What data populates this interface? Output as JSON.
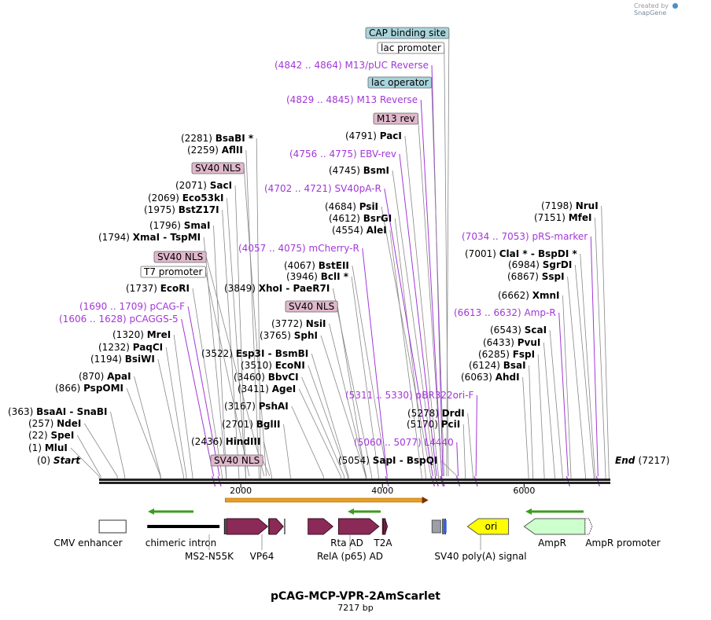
{
  "credit": {
    "prefix": "Created by",
    "brand": "SnapGene"
  },
  "plasmid": {
    "name": "pCAG-MCP-VPR-2AmScarlet",
    "length_text": "7217 bp",
    "length": 7217
  },
  "colors": {
    "primer": "#a238d6",
    "feature_maroon": "#8b2a57",
    "ori_yellow": "#ffff00",
    "ampr_green": "#ccffcc",
    "orf_orange": "#e6a020",
    "cap_box": "#a8d4dc",
    "nls_box": "#e0b8cc"
  },
  "scale": {
    "ticks": [
      {
        "bp": 2000,
        "label": "2000"
      },
      {
        "bp": 4000,
        "label": "4000"
      },
      {
        "bp": 6000,
        "label": "6000"
      }
    ]
  },
  "end_labels": {
    "start": {
      "pos": "(0)",
      "name": "Start"
    },
    "end": {
      "pos": "(7217)",
      "name": "End"
    }
  },
  "sites": [
    {
      "pos": "(1)",
      "name": "MluI",
      "bp": 1
    },
    {
      "pos": "(22)",
      "name": "SpeI",
      "bp": 22
    },
    {
      "pos": "(257)",
      "name": "NdeI",
      "bp": 257
    },
    {
      "pos": "(363)",
      "name": "BsaAI  -  SnaBI",
      "bp": 363
    },
    {
      "pos": "(866)",
      "name": "PspOMI",
      "bp": 866
    },
    {
      "pos": "(870)",
      "name": "ApaI",
      "bp": 870
    },
    {
      "pos": "(1194)",
      "name": "BsiWI",
      "bp": 1194
    },
    {
      "pos": "(1232)",
      "name": "PaqCI",
      "bp": 1232
    },
    {
      "pos": "(1320)",
      "name": "MreI",
      "bp": 1320
    },
    {
      "pos": "(1737)",
      "name": "EcoRI",
      "bp": 1737
    },
    {
      "pos": "(1794)",
      "name": "XmaI  -  TspMI",
      "bp": 1794
    },
    {
      "pos": "(1796)",
      "name": "SmaI",
      "bp": 1796
    },
    {
      "pos": "(1975)",
      "name": "BstZ17I",
      "bp": 1975
    },
    {
      "pos": "(2069)",
      "name": "Eco53kI",
      "bp": 2069
    },
    {
      "pos": "(2071)",
      "name": "SacI",
      "bp": 2071
    },
    {
      "pos": "(2259)",
      "name": "AflII",
      "bp": 2259
    },
    {
      "pos": "(2281)",
      "name": "BsaBI *",
      "bp": 2281
    },
    {
      "pos": "(2436)",
      "name": "HindIII",
      "bp": 2436
    },
    {
      "pos": "(2701)",
      "name": "BglII",
      "bp": 2701
    },
    {
      "pos": "(3167)",
      "name": "PshAI",
      "bp": 3167
    },
    {
      "pos": "(3411)",
      "name": "AgeI",
      "bp": 3411
    },
    {
      "pos": "(3460)",
      "name": "BbvCI",
      "bp": 3460
    },
    {
      "pos": "(3510)",
      "name": "EcoNI",
      "bp": 3510
    },
    {
      "pos": "(3522)",
      "name": "Esp3I  -  BsmBI",
      "bp": 3522
    },
    {
      "pos": "(3765)",
      "name": "SphI",
      "bp": 3765
    },
    {
      "pos": "(3772)",
      "name": "NsiI",
      "bp": 3772
    },
    {
      "pos": "(3849)",
      "name": "XhoI  -  PaeR7I",
      "bp": 3849
    },
    {
      "pos": "(3946)",
      "name": "BclI *",
      "bp": 3946
    },
    {
      "pos": "(4067)",
      "name": "BstEII",
      "bp": 4067
    },
    {
      "pos": "(4554)",
      "name": "AleI",
      "bp": 4554
    },
    {
      "pos": "(4612)",
      "name": "BsrGI",
      "bp": 4612
    },
    {
      "pos": "(4684)",
      "name": "PsiI",
      "bp": 4684
    },
    {
      "pos": "(4745)",
      "name": "BsmI",
      "bp": 4745
    },
    {
      "pos": "(4791)",
      "name": "PacI",
      "bp": 4791
    },
    {
      "pos": "(5054)",
      "name": "SapI  -  BspQI",
      "bp": 5054
    },
    {
      "pos": "(5170)",
      "name": "PciI",
      "bp": 5170
    },
    {
      "pos": "(5278)",
      "name": "DrdI",
      "bp": 5278
    },
    {
      "pos": "(6063)",
      "name": "AhdI",
      "bp": 6063
    },
    {
      "pos": "(6124)",
      "name": "BsaI",
      "bp": 6124
    },
    {
      "pos": "(6285)",
      "name": "FspI",
      "bp": 6285
    },
    {
      "pos": "(6433)",
      "name": "PvuI",
      "bp": 6433
    },
    {
      "pos": "(6543)",
      "name": "ScaI",
      "bp": 6543
    },
    {
      "pos": "(6662)",
      "name": "XmnI",
      "bp": 6662
    },
    {
      "pos": "(6867)",
      "name": "SspI",
      "bp": 6867
    },
    {
      "pos": "(6984)",
      "name": "SgrDI",
      "bp": 6984
    },
    {
      "pos": "(7001)",
      "name": "ClaI *  -  BspDI *",
      "bp": 7001
    },
    {
      "pos": "(7151)",
      "name": "MfeI",
      "bp": 7151
    },
    {
      "pos": "(7198)",
      "name": "NruI",
      "bp": 7198
    }
  ],
  "primers": [
    {
      "range": "(1606 .. 1628)",
      "name": "pCAGGS-5",
      "bp": 1617
    },
    {
      "range": "(1690 .. 1709)",
      "name": "pCAG-F",
      "bp": 1700
    },
    {
      "range": "(4057 .. 4075)",
      "name": "mCherry-R",
      "bp": 4066
    },
    {
      "range": "(4702 .. 4721)",
      "name": "SV40pA-R",
      "bp": 4712
    },
    {
      "range": "(4756 .. 4775)",
      "name": "EBV-rev",
      "bp": 4766
    },
    {
      "range": "(4829 .. 4845)",
      "name": "M13 Reverse",
      "bp": 4837
    },
    {
      "range": "(4842 .. 4864)",
      "name": "M13/pUC Reverse",
      "bp": 4853
    },
    {
      "range": "(5060 .. 5077)",
      "name": "L4440",
      "bp": 5069
    },
    {
      "range": "(5311 .. 5330)",
      "name": "pBR322ori-F",
      "bp": 5320
    },
    {
      "range": "(6613 .. 6632)",
      "name": "Amp-R",
      "bp": 6622
    },
    {
      "range": "(7034 .. 7053)",
      "name": "pRS-marker",
      "bp": 7043
    }
  ],
  "boxed_labels": [
    {
      "text": "CAP binding site",
      "style": "cap",
      "bp": 4905
    },
    {
      "text": "lac promoter",
      "style": "plain",
      "bp": 4930
    },
    {
      "text": "lac operator",
      "style": "cap",
      "bp": 4870
    },
    {
      "text": "M13 rev",
      "style": "nls",
      "bp": 4840
    },
    {
      "text": "SV40 NLS",
      "style": "nls",
      "bp": 2360
    },
    {
      "text": "SV40 NLS",
      "style": "nls",
      "bp": 2330
    },
    {
      "text": "T7 promoter",
      "style": "plain",
      "bp": 2120
    },
    {
      "text": "SV40 NLS",
      "style": "nls",
      "bp": 3760
    },
    {
      "text": "SV40 NLS",
      "style": "nls",
      "bp": 2410
    }
  ],
  "features": [
    {
      "label": "CMV enhancer",
      "start": 1,
      "end": 380,
      "shape": "box"
    },
    {
      "label": "chimeric intron",
      "start": 680,
      "end": 1700,
      "shape": "bar"
    },
    {
      "label": "MS2-N55K",
      "start": 1800,
      "end": 2380,
      "shape": "arrow"
    },
    {
      "label": "VP64",
      "start": 2400,
      "end": 2600,
      "shape": "arrow"
    },
    {
      "label": "RelA (p65) AD",
      "start": 2950,
      "end": 3300,
      "shape": "arrow"
    },
    {
      "label": "Rta AD",
      "start": 3380,
      "end": 3950,
      "shape": "arrow"
    },
    {
      "label": "T2A",
      "start": 4000,
      "end": 4070,
      "shape": "arrow"
    },
    {
      "label": "SV40 poly(A) signal",
      "start": 4700,
      "end": 4830,
      "shape": "gray"
    },
    {
      "label": "ori",
      "start": 5200,
      "end": 5780,
      "shape": "ori"
    },
    {
      "label": "AmpR",
      "start": 6000,
      "end": 6860,
      "shape": "amp"
    },
    {
      "label": "AmpR promoter",
      "start": 6860,
      "end": 6960,
      "shape": "amppro"
    }
  ]
}
